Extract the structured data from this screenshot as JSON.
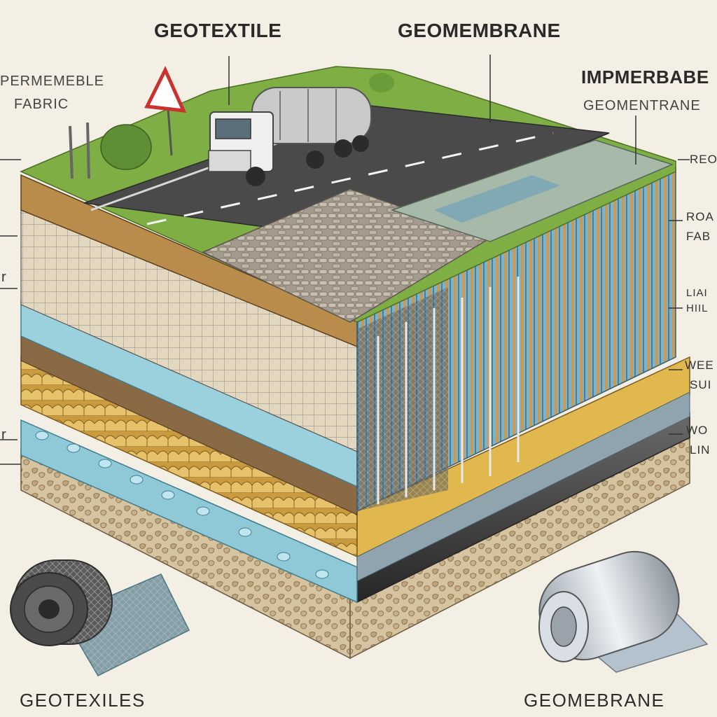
{
  "labels": {
    "geotextile_top": "GEOTEXTILE",
    "geomembrane_top": "GEOMEMBRANE",
    "permeable_line1": "PERMEMEBLE",
    "permeable_line2": "FABRIC",
    "impermeable_line1": "IMPMERBABE",
    "impermeable_line2": "GEOMENTRANE",
    "right_1": "REO",
    "right_2a": "ROA",
    "right_2b": "FAB",
    "right_3a": "LIAI",
    "right_3b": "HIIL",
    "right_4a": "WEE",
    "right_4b": "SUI",
    "right_5a": "WO",
    "right_5b": "LIN",
    "left_1": "r",
    "left_2": "r",
    "bottom_left": "GEOTEXILES",
    "bottom_right": "GEOMEBRANE"
  },
  "colors": {
    "background": "#f3efe4",
    "asphalt": "#4a4a4a",
    "grass": "#7fae45",
    "water": "#8fc9d8",
    "gold": "#d9b455",
    "membrane": "#3d3d3d",
    "gravel": "#c9b48f"
  }
}
